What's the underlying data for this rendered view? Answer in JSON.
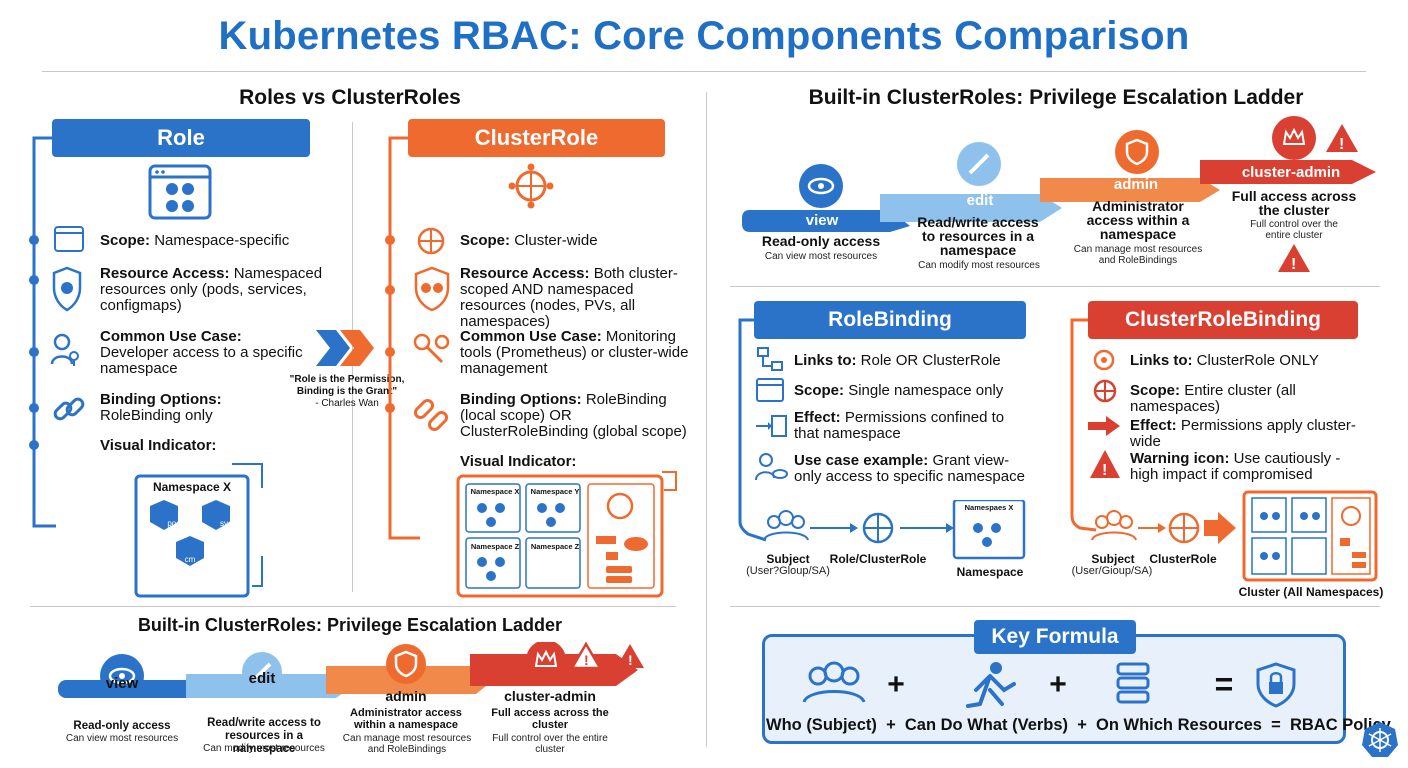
{
  "title": "Kubernetes RBAC: Core Components Comparison",
  "left_section_title": "Roles vs ClusterRoles",
  "role": {
    "header": "Role",
    "items": [
      {
        "key": "Scope:",
        "text": "Namespace-specific"
      },
      {
        "key": "Resource Access:",
        "text": "Namespaced resources only (pods, services, configmaps)"
      },
      {
        "key": "Common Use Case:",
        "text": "Developer access to a specific namespace"
      },
      {
        "key": "Binding Options:",
        "text": "RoleBinding only"
      },
      {
        "key": "Visual Indicator:",
        "text": ""
      }
    ],
    "diagram": {
      "namespace": "Namespace X",
      "pod": "pod",
      "svc": "svc",
      "cm": "cm"
    }
  },
  "quote": {
    "text": "\"Role is the Permission, Binding is the Grant\"",
    "author": "- Charles Wan"
  },
  "clusterrole": {
    "header": "ClusterRole",
    "items": [
      {
        "key": "Scope:",
        "text": "Cluster-wide"
      },
      {
        "key": "Resource Access:",
        "text": "Both cluster-scoped AND namespaced resources (nodes, PVs, all namespaces)"
      },
      {
        "key": "Common Use Case:",
        "text": "Monitoring tools (Prometheus) or cluster-wide management"
      },
      {
        "key": "Binding Options:",
        "text": "RoleBinding (local scope) OR ClusterRoleBinding (global scope)"
      },
      {
        "key": "Visual Indicator:",
        "text": ""
      }
    ],
    "diagram": {
      "ns1": "Namespace X",
      "ns2": "Namespace Y",
      "ns3": "Namespace Z",
      "ns4": "Namespace Z"
    }
  },
  "ladder_bottom": {
    "title": "Built-in ClusterRoles: Privilege Escalation Ladder",
    "steps": [
      {
        "name": "view",
        "desc": "Read-only access",
        "sub": "Can view most resources"
      },
      {
        "name": "edit",
        "desc": "Read/write access to resources in a namespace",
        "sub": "Can modify most resources"
      },
      {
        "name": "admin",
        "desc": "Administrator access within a namespace",
        "sub": "Can manage most resources and RoleBindings"
      },
      {
        "name": "cluster-admin",
        "desc": "Full access across the cluster",
        "sub": "Full control over the entire cluster"
      }
    ]
  },
  "ladder_top": {
    "title": "Built-in ClusterRoles: Privilege Escalation Ladder",
    "steps": [
      {
        "name": "view",
        "desc": "Read-only access",
        "sub": "Can view most resources"
      },
      {
        "name": "edit",
        "desc": "Read/write access to resources in a namespace",
        "sub": "Can modify most resources"
      },
      {
        "name": "admin",
        "desc": "Administrator access within a namespace",
        "sub": "Can manage most resources and RoleBindings"
      },
      {
        "name": "cluster-admin",
        "desc": "Full access across the cluster",
        "sub": "Full control over the entire cluster"
      }
    ]
  },
  "rolebinding": {
    "header": "RoleBinding",
    "items": [
      {
        "key": "Links to:",
        "text": "Role OR ClusterRole"
      },
      {
        "key": "Scope:",
        "text": "Single namespace only"
      },
      {
        "key": "Effect:",
        "text": "Permissions confined to that namespace"
      },
      {
        "key": "Use case example:",
        "text": "Grant view-only access to specific namespace"
      }
    ],
    "flow": {
      "subject": "Subject",
      "subject_sub": "(User?Gloup/SA)",
      "role": "Role/ClusterRole",
      "ns": "Namespace",
      "ns_box": "Namespaes X"
    }
  },
  "clusterrolebinding": {
    "header": "ClusterRoleBinding",
    "items": [
      {
        "key": "Links to:",
        "text": "ClusterRole ONLY"
      },
      {
        "key": "Scope:",
        "text": "Entire cluster (all namespaces)"
      },
      {
        "key": "Effect:",
        "text": "Permissions apply cluster-wide"
      },
      {
        "key": "Warning icon:",
        "text": "Use cautiously - high impact if compromised"
      }
    ],
    "flow": {
      "subject": "Subject",
      "subject_sub": "(User/Gioup/SA)",
      "role": "ClusterRole",
      "cluster": "Cluster (All Namespaces)"
    }
  },
  "formula": {
    "title": "Key Formula",
    "text": "Who (Subject)  +  Can Do What (Verbs)  +  On Which Resources  =  RBAC Policy",
    "plus": "+",
    "equals": "="
  },
  "colors": {
    "blue": "#2b73c9",
    "orange": "#ef6a2e",
    "red": "#d94032",
    "title_blue": "#1f6fc5"
  }
}
